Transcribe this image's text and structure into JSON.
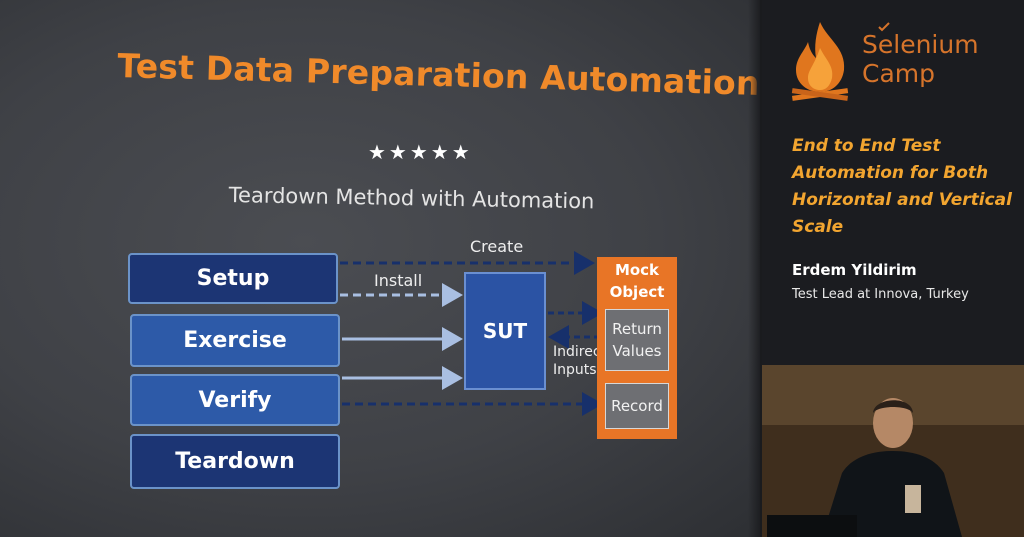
{
  "slide": {
    "title": "Test Data Preparation Automation",
    "stars": "★★★★★",
    "subtitle": "Teardown Method with Automation",
    "phases": [
      "Setup",
      "Exercise",
      "Verify",
      "Teardown"
    ],
    "sut_label": "SUT",
    "mock_object_label": "Mock\nObject",
    "mock_return_label": "Return\nValues",
    "mock_record_label": "Record",
    "create_label": "Create",
    "install_label": "Install",
    "indirect_label": "Indirect\nInputs"
  },
  "sidebar": {
    "brand_name_line1": "Selenium",
    "brand_name_line2": "Camp",
    "talk_title": "End to End Test Automation for Both Horizontal and Vertical Scale",
    "speaker_name": "Erdem Yildirim",
    "speaker_role": "Test Lead at Innova, Turkey"
  },
  "colors": {
    "title_orange": "#f08a2a",
    "phase_dark": "#1c3574",
    "phase_light": "#2d5aa8",
    "mock_orange": "#e87526",
    "talk_title_yellow": "#f2a530",
    "brand_orange": "#d6742b"
  },
  "icons": {
    "logo": "flame-icon",
    "brand_check": "checkmark-icon"
  }
}
